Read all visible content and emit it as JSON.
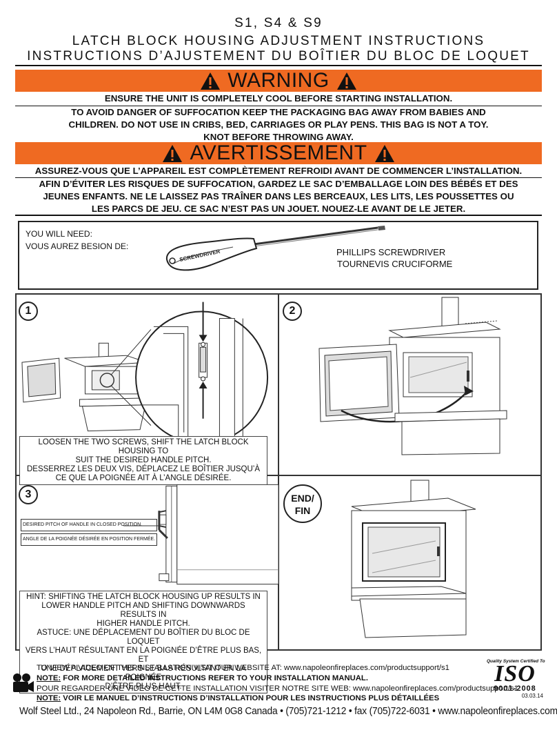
{
  "header": {
    "models": "S1, S4 & S9",
    "title_en": "LATCH BLOCK HOUSING ADJUSTMENT INSTRUCTIONS",
    "title_fr": "INSTRUCTIONS D’AJUSTEMENT DU BOÎTIER DU BLOC DE LOQUET"
  },
  "warning_en": {
    "banner": "WARNING",
    "line1": "ENSURE THE UNIT IS COMPLETELY COOL BEFORE STARTING INSTALLATION.",
    "line2": "TO AVOID DANGER OF SUFFOCATION KEEP THE PACKAGING BAG AWAY FROM BABIES AND",
    "line3": "CHILDREN. DO NOT USE IN CRIBS, BED, CARRIAGES OR PLAY PENS. THIS BAG IS NOT A TOY.",
    "line4": "KNOT BEFORE THROWING AWAY."
  },
  "warning_fr": {
    "banner": "AVERTISSEMENT",
    "line1": "ASSUREZ-VOUS QUE L’APPAREIL EST COMPLÈTEMENT REFROIDI AVANT DE COMMENCER L’INSTALLATION.",
    "line2": "AFIN D’ÉVITER LES RISQUES DE SUFFOCATION, GARDEZ LE SAC D’EMBALLAGE LOIN DES BÉBÉS ET DES",
    "line3": "JEUNES ENFANTS. NE LE LAISSEZ PAS TRAÎNER DANS LES BERCEAUX, LES LITS, LES POUSSETTES OU",
    "line4": "LES PARCS DE JEU. CE SAC N’EST PAS UN JOUET. NOUEZ-LE AVANT DE LE JETER."
  },
  "tools": {
    "need_en": "YOU WILL NEED:",
    "need_fr": "VOUS AUREZ BESION DE:",
    "tool_en": "PHILLIPS SCREWDRIVER",
    "tool_fr": "TOURNEVIS CRUCIFORME",
    "handle_text": "SCREWDRIVER"
  },
  "steps": {
    "step1": {
      "number": "1",
      "caption_l1": "LOOSEN THE TWO SCREWS, SHIFT THE LATCH BLOCK HOUSING TO",
      "caption_l2": "SUIT THE DESIRED HANDLE PITCH.",
      "caption_l3": "DESSERREZ LES DEUX VIS, DÉPLACEZ LE BOÎTIER JUSQU’À",
      "caption_l4": "CE QUE LA POIGNÉE AIT À L’ANGLE DÉSIRÉE."
    },
    "step2": {
      "number": "2"
    },
    "step3": {
      "number": "3",
      "label_en": "DESIRED PITCH OF HANDLE IN CLOSED POSITION.",
      "label_fr": "ANGLE DE LA POIGNÉE DÉSIRÉE EN POSITION FERMÉE.",
      "hint_l1": "HINT: SHIFTING THE LATCH BLOCK HOUSING UP RESULTS IN",
      "hint_l2": "LOWER HANDLE PITCH AND SHIFTING DOWNWARDS RESULTS IN",
      "hint_l3": "HIGHER HANDLE PITCH.",
      "hint_l4": "ASTUCE: UNE DÉPLACEMENT DU BOÎTIER DU BLOC DE LOQUET",
      "hint_l5": "VERS L’HAUT RÉSULTANT EN LA POIGNÉE D’ÊTRE PLUS BAS, ET",
      "hint_l6": "UNE DÉPLACEMENT VERS LE BAS RÉSULTANT EN LA POIGNÉE",
      "hint_l7": "D’ÊTRE PLUS HAUT."
    },
    "end": {
      "label_en": "END/",
      "label_fr": "FIN"
    }
  },
  "footer": {
    "video_en": "TO VIEW A VIDEO OF THIS INSTALLATION VISIT OUR WEBSITE AT: www.napoleonfireplaces.com/productsupport/s1",
    "note_label": "NOTE:",
    "note_en": " FOR MORE DETAILED INSTRUCTIONS REFER TO YOUR INSTALLATION MANUAL.",
    "video_fr": "POUR REGARDER UNE VIDÉO DE CETTE INSTALLATION VISITER NOTRE SITE WEB: www.napoleonfireplaces.com/productsupport/s1",
    "note_fr": " VOIR LE MANUEL D’INSTRUCTIONS D’INSTALLATION POUR LES INSTRUCTIONS PLUS DÉTAILLÉES",
    "iso_caption": "Quality System Certified To",
    "iso_logo": "ISO",
    "iso_number": "9001-2008",
    "date": "03.03.14",
    "address": "Wolf Steel Ltd., 24 Napoleon Rd., Barrie, ON L4M 0G8 Canada  •  (705)721-1212  •  fax (705)722-6031  •  www.napoleonfireplaces.com"
  },
  "colors": {
    "warning_orange": "#ef6a22"
  }
}
